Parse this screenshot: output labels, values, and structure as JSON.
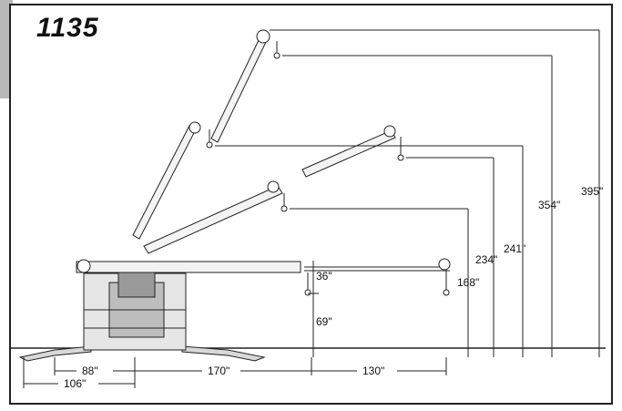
{
  "model": "1135",
  "dimensions": {
    "h395": "395\"",
    "h354": "354\"",
    "h241": "241\"",
    "h234": "234\"",
    "h168": "168\"",
    "h36": "36\"",
    "h69": "69\"",
    "w88": "88\"",
    "w106": "106\"",
    "w170": "170\"",
    "w130": "130\""
  },
  "colors": {
    "line": "#222222",
    "tab": "#b9b9b9"
  }
}
